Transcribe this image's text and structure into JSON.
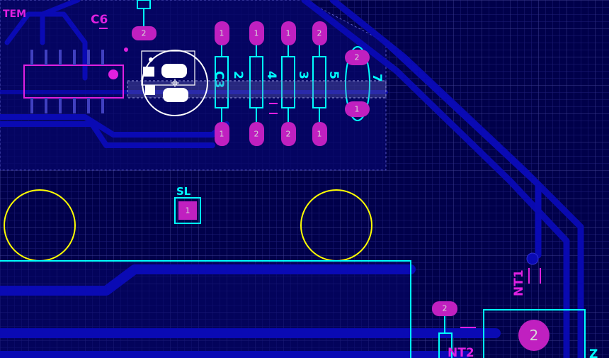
{
  "app": {
    "view": "PCB layout editor"
  },
  "colors": {
    "background": "#00004a",
    "grid": "#3a3a8c",
    "copper_bottom": "#0a0aa0",
    "silkscreen": "#00ffff",
    "pad": "#c020c0",
    "outline": "#ffff00",
    "keepout": "#aaaaaa",
    "selection": "#ffffff"
  },
  "labels": {
    "c6": "C6",
    "sl": "SL",
    "c3": "C3",
    "v2": "2",
    "v4": "4",
    "v3": "3",
    "v5": "5",
    "v7": "7",
    "nt1": "NT1",
    "nt2": "NT2",
    "z": "Z",
    "top_left": "TEM"
  },
  "pads": {
    "c6_pad": "2",
    "c3_top": "1",
    "v2_top": "1",
    "v4_top": "1",
    "v3_top": "2",
    "v7_top": "2",
    "c3_bottom": "1",
    "v2_bottom": "2",
    "v4_bottom": "2",
    "v3_bottom": "1",
    "v7_bottom": "1",
    "sl_pad": "1",
    "nt2_pad": "2",
    "big_pad": "2"
  },
  "icons": {
    "crosshair": "crosshair-icon",
    "selected_part": "selection-marker"
  }
}
